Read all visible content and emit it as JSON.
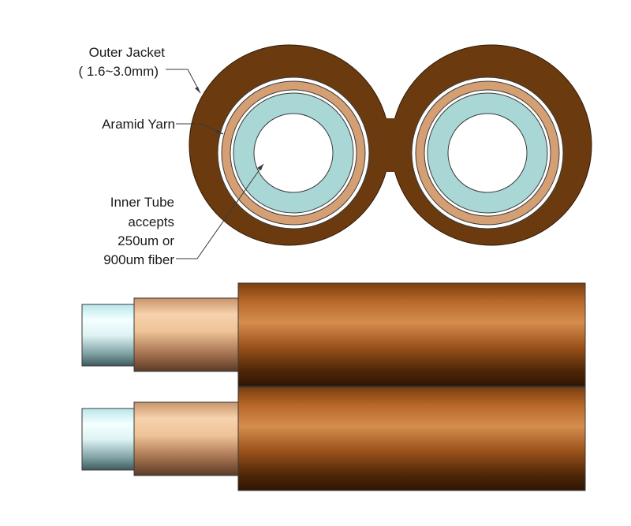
{
  "labels": {
    "outer_jacket": {
      "line1": "Outer Jacket",
      "line2": "( 1.6~3.0mm)"
    },
    "aramid_yarn": "Aramid Yarn",
    "inner_tube": {
      "line1": "Inner Tube",
      "line2": "accepts",
      "line3": "250um or",
      "line4": "900um fiber"
    }
  },
  "colors": {
    "outer_jacket": "#6b3a0f",
    "aramid_yarn": "#d59f74",
    "inner_tube": "#a9d7d6",
    "background": "#ffffff",
    "outline": "#3a3a3a",
    "leader_line": "#3a3a3a"
  }
}
